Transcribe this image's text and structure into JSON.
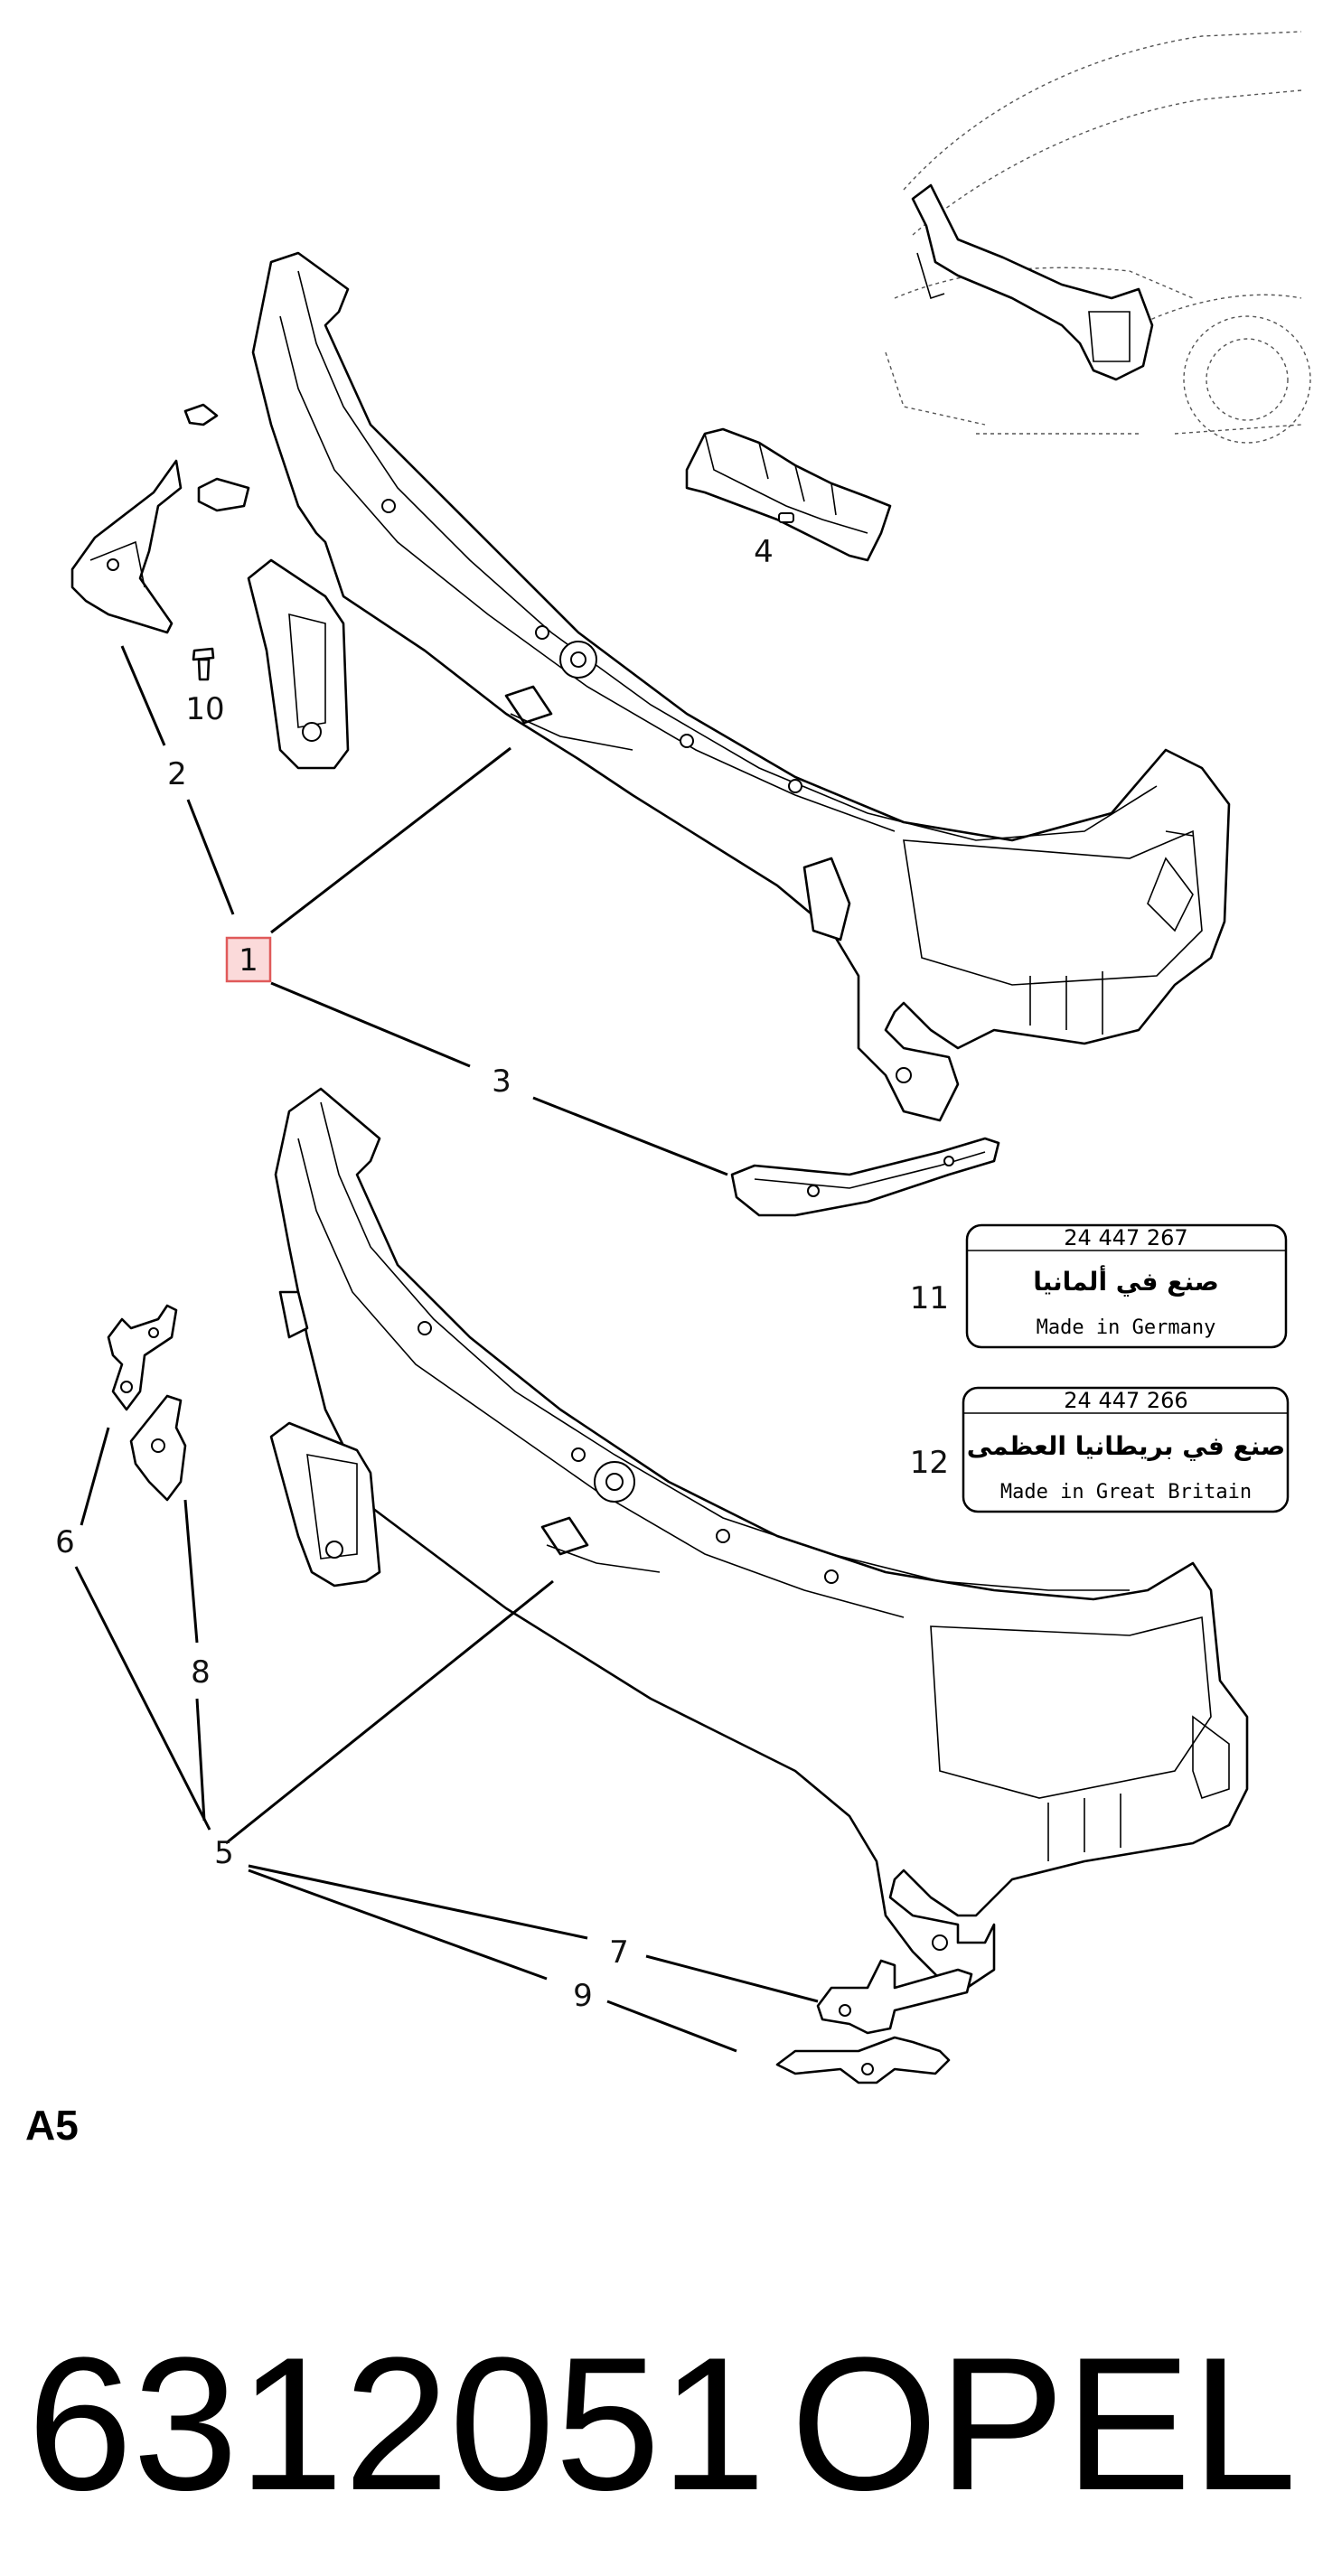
{
  "callouts": {
    "c1": "1",
    "c2": "2",
    "c3": "3",
    "c4": "4",
    "c5": "5",
    "c6": "6",
    "c7": "7",
    "c8": "8",
    "c9": "9",
    "c10": "10",
    "c11": "11",
    "c12": "12"
  },
  "labels": {
    "germany": {
      "number": "24 447 267",
      "arabic": "صنع في ألمانيا",
      "made": "Made in Germany"
    },
    "britain": {
      "number": "24 447 266",
      "arabic": "صنع في بريطانيا العظمى",
      "made": "Made in Great Britain"
    }
  },
  "page_tag": "A5",
  "footer": {
    "part_number": "6312051",
    "brand": "OPEL"
  },
  "colors": {
    "highlight_fill": "#fbdada",
    "highlight_stroke": "#e05a5a",
    "ink": "#000000"
  }
}
